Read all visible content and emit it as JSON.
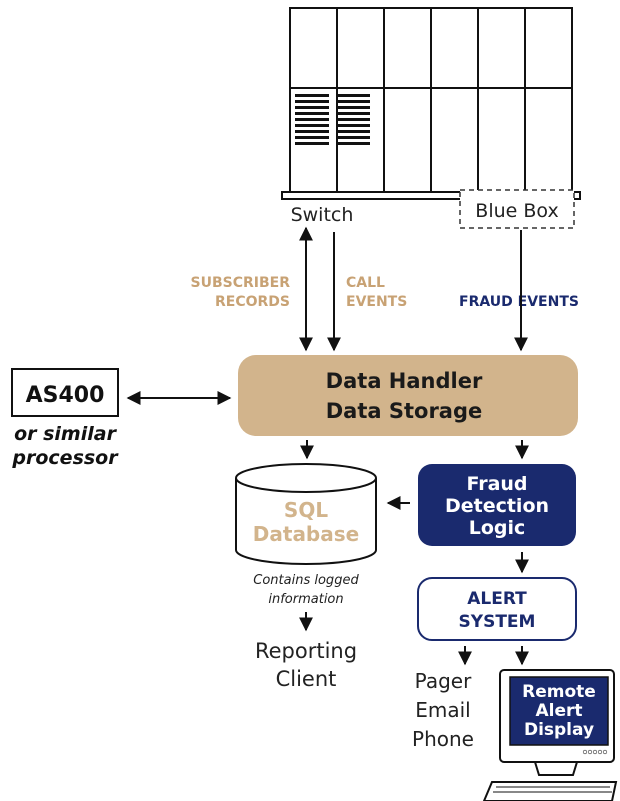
{
  "nodes": {
    "switch_label": "Switch",
    "blue_box": "Blue Box",
    "subscriber_records": [
      "SUBSCRIBER",
      "RECORDS"
    ],
    "call_events": [
      "CALL",
      "EVENTS"
    ],
    "fraud_events": "FRAUD EVENTS",
    "data_handler": [
      "Data Handler",
      "Data Storage"
    ],
    "as400": "AS400",
    "as400_caption": [
      "or similar",
      "processor"
    ],
    "sql_database": [
      "SQL",
      "Database"
    ],
    "logged_info": [
      "Contains logged",
      "information"
    ],
    "reporting_client": [
      "Reporting",
      "Client"
    ],
    "fraud_detection": [
      "Fraud",
      "Detection",
      "Logic"
    ],
    "alert_system": [
      "ALERT",
      "SYSTEM"
    ],
    "notifications": [
      "Pager",
      "Email",
      "Phone"
    ],
    "remote_display": [
      "Remote",
      "Alert",
      "Display"
    ]
  },
  "colors": {
    "tan": "#D2B48C",
    "tan_text": "#C8A274",
    "navy": "#1A2A6E",
    "ink": "#111111"
  }
}
